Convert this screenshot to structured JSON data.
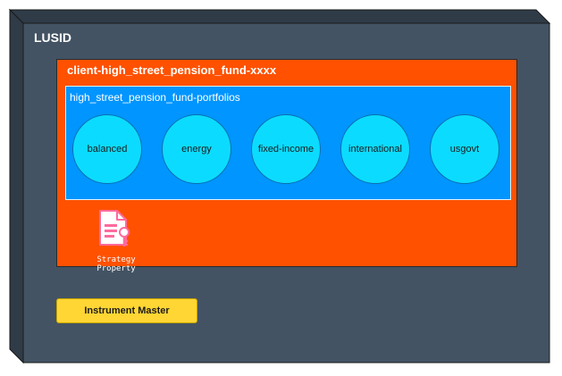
{
  "lusid": {
    "title": "LUSID"
  },
  "tenant": {
    "title": "client-high_street_pension_fund-xxxx"
  },
  "scope": {
    "title": "high_street_pension_fund-portfolios",
    "portfolios": [
      "balanced",
      "energy",
      "fixed-income",
      "international",
      "usgovt"
    ]
  },
  "strategy": {
    "label": "Strategy Property",
    "icon": "document-key-icon"
  },
  "instrument_master": {
    "label": "Instrument Master"
  },
  "colors": {
    "cube_front": "#435363",
    "tenant": "#ff5100",
    "scope": "#0095ff",
    "portfolio": "#0bdcff",
    "instrument_master": "#ffd633",
    "strategy_icon": "#ff6a9c"
  }
}
